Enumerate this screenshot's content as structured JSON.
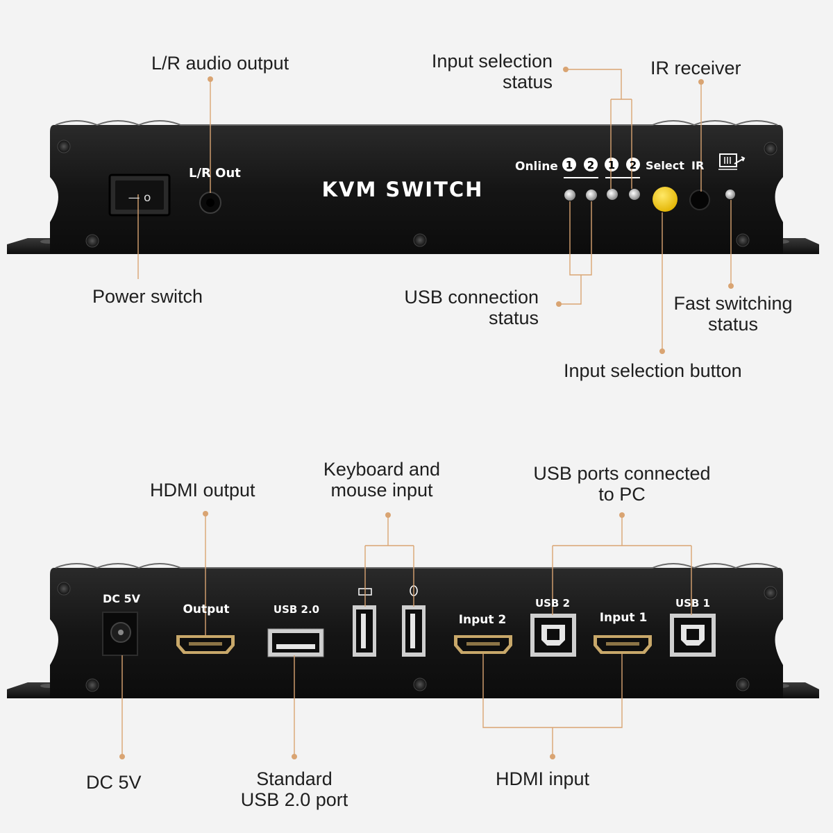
{
  "colors": {
    "leader": "#d9a472",
    "panel": "#1b1b1b",
    "led_yellow": "#f4c823",
    "port_gold": "#c8a86a"
  },
  "front": {
    "title": "KVM SWITCH",
    "lr_out": "L/R Out",
    "online": "Online",
    "num1": "1",
    "num2": "2",
    "select": "Select",
    "ir": "IR",
    "switch_glyph": "— o"
  },
  "back": {
    "dc": "DC 5V",
    "output": "Output",
    "usb20": "USB 2.0",
    "input2": "Input 2",
    "usb2": "USB 2",
    "input1": "Input 1",
    "usb1": "USB 1"
  },
  "callouts": {
    "lr_audio": "L/R audio output",
    "input_sel_status_1": "Input selection",
    "input_sel_status_2": "status",
    "ir_receiver": "IR receiver",
    "power_switch": "Power switch",
    "usb_conn_1": "USB connection",
    "usb_conn_2": "status",
    "fast_1": "Fast switching",
    "fast_2": "status",
    "input_sel_button": "Input selection button",
    "hdmi_output": "HDMI output",
    "kbm_1": "Keyboard and",
    "kbm_2": "mouse input",
    "usb_pc_1": "USB ports connected",
    "usb_pc_2": "to PC",
    "dc5v": "DC 5V",
    "std_1": "Standard",
    "std_2": "USB 2.0 port",
    "hdmi_input": "HDMI input"
  }
}
